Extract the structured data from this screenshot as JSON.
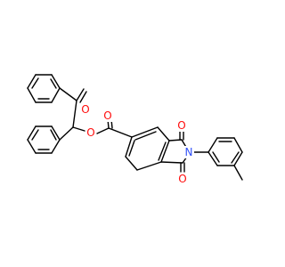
{
  "molecule": {
    "atoms": {
      "O_ketone": {
        "label": "O",
        "color": "#ff0d0d"
      },
      "O_ester_carbonyl": {
        "label": "O",
        "color": "#ff0d0d"
      },
      "O_ester_link": {
        "label": "O",
        "color": "#ff0d0d"
      },
      "O_imide_top": {
        "label": "O",
        "color": "#ff0d0d"
      },
      "O_imide_bottom": {
        "label": "O",
        "color": "#ff0d0d"
      },
      "N_imide": {
        "label": "N",
        "color": "#3050f8"
      }
    },
    "bond_color": "#000000"
  }
}
